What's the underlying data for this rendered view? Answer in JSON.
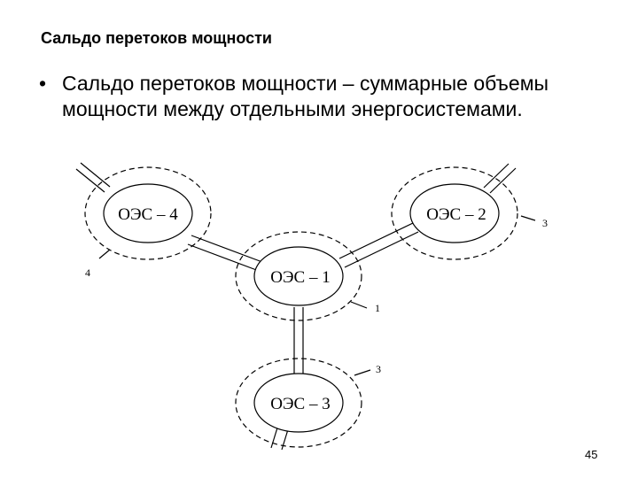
{
  "slide": {
    "title": "Сальдо перетоков мощности",
    "bullet": "Сальдо перетоков мощности – суммарные объемы мощности между отдельными энергосистемами.",
    "page_number": "45"
  },
  "diagram": {
    "nodes": [
      {
        "id": "oes4",
        "label": "ОЭС – 4"
      },
      {
        "id": "oes2",
        "label": "ОЭС – 2"
      },
      {
        "id": "oes1",
        "label": "ОЭС – 1"
      },
      {
        "id": "oes3",
        "label": "ОЭС – 3"
      }
    ],
    "callouts": [
      "4",
      "3",
      "1",
      "3"
    ]
  }
}
